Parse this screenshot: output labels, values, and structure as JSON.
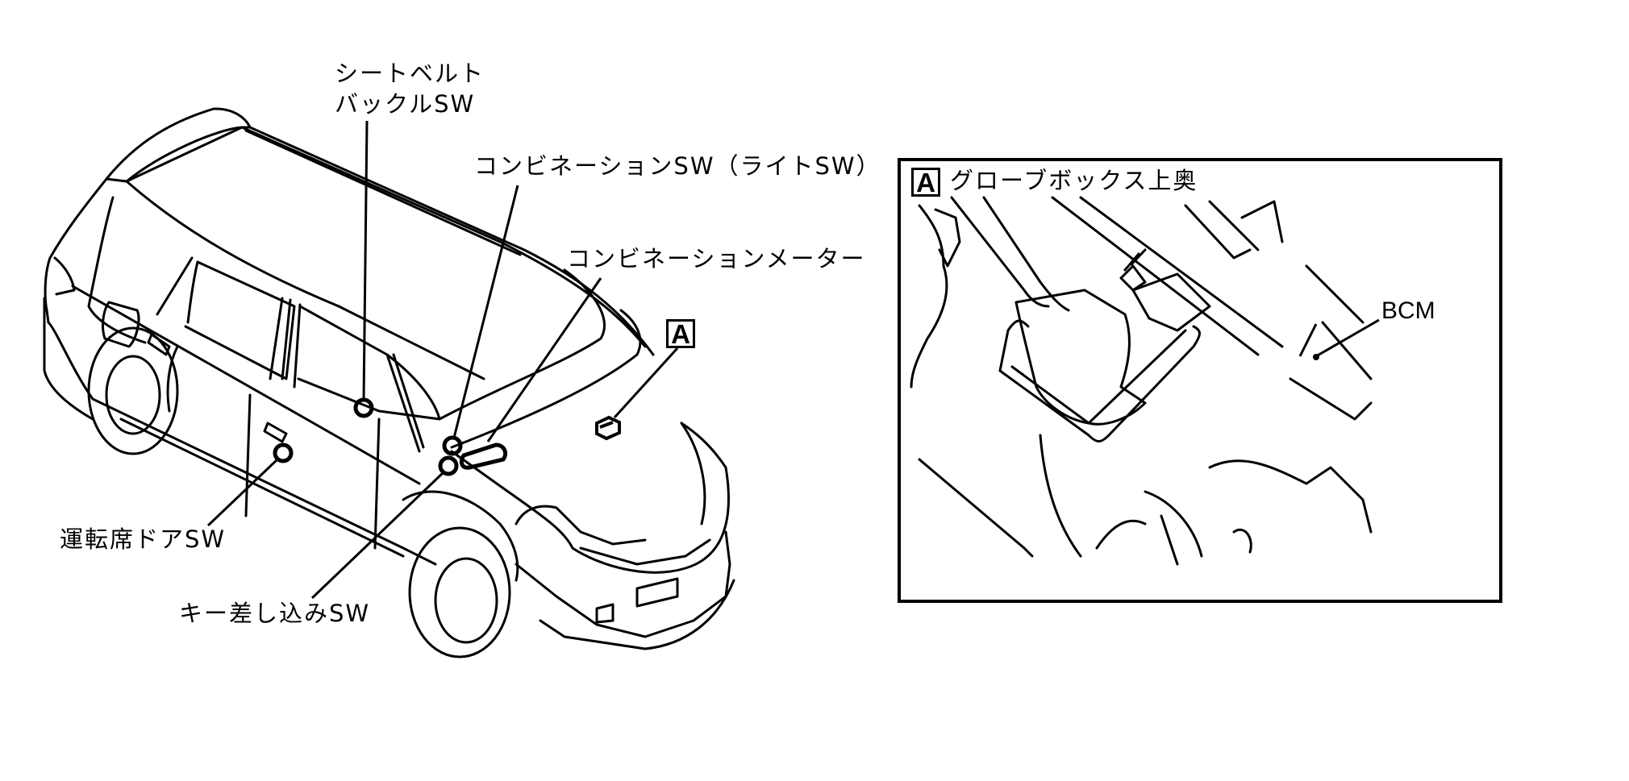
{
  "diagram": {
    "subject": "vehicle-isometric-view",
    "callouts": [
      {
        "id": "seatbelt",
        "line1": "シートベルト",
        "line2": "バックルSW"
      },
      {
        "id": "combination-switch",
        "text": "コンビネーションSW（ライトSW）"
      },
      {
        "id": "combination-meter",
        "text": "コンビネーションメーター"
      },
      {
        "id": "driver-door",
        "text": "運転席ドアSW"
      },
      {
        "id": "key-switch",
        "text": "キー差し込みSW"
      }
    ],
    "marker_a": "A"
  },
  "detail_panel": {
    "marker": "A",
    "title": "グローブボックス上奥",
    "component_label": "BCM"
  }
}
